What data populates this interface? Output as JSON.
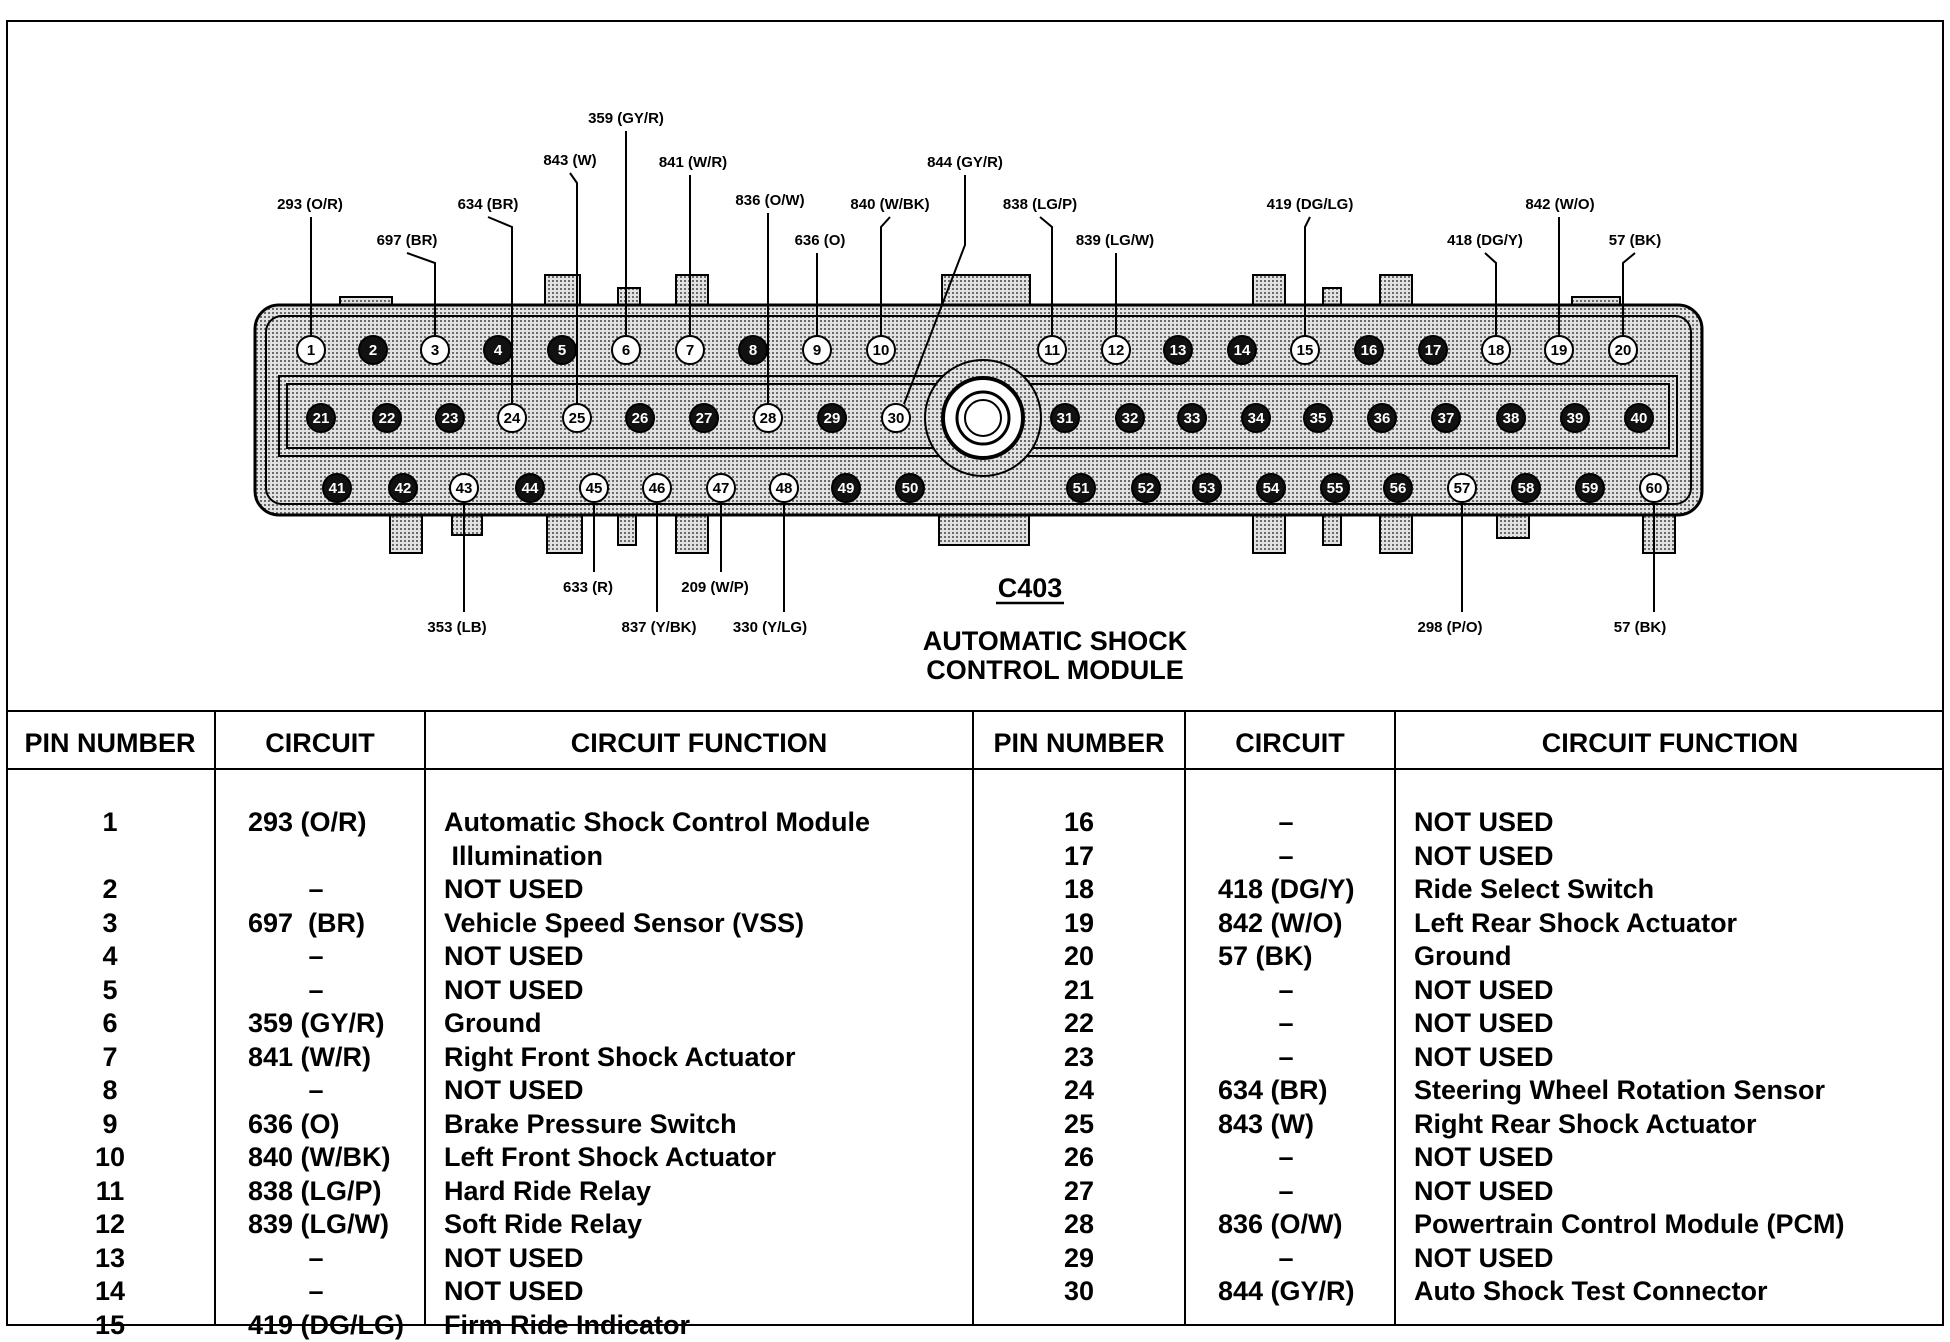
{
  "connector": {
    "id": "C403",
    "title_line1": "AUTOMATIC SHOCK",
    "title_line2": "CONTROL MODULE",
    "pins": [
      {
        "n": "1",
        "wired": true
      },
      {
        "n": "2",
        "wired": false
      },
      {
        "n": "3",
        "wired": true
      },
      {
        "n": "4",
        "wired": false
      },
      {
        "n": "5",
        "wired": false
      },
      {
        "n": "6",
        "wired": true
      },
      {
        "n": "7",
        "wired": true
      },
      {
        "n": "8",
        "wired": false
      },
      {
        "n": "9",
        "wired": true
      },
      {
        "n": "10",
        "wired": true
      },
      {
        "n": "11",
        "wired": true
      },
      {
        "n": "12",
        "wired": true
      },
      {
        "n": "13",
        "wired": false
      },
      {
        "n": "14",
        "wired": false
      },
      {
        "n": "15",
        "wired": true
      },
      {
        "n": "16",
        "wired": false
      },
      {
        "n": "17",
        "wired": false
      },
      {
        "n": "18",
        "wired": true
      },
      {
        "n": "19",
        "wired": true
      },
      {
        "n": "20",
        "wired": true
      },
      {
        "n": "21",
        "wired": false
      },
      {
        "n": "22",
        "wired": false
      },
      {
        "n": "23",
        "wired": false
      },
      {
        "n": "24",
        "wired": true
      },
      {
        "n": "25",
        "wired": true
      },
      {
        "n": "26",
        "wired": false
      },
      {
        "n": "27",
        "wired": false
      },
      {
        "n": "28",
        "wired": true
      },
      {
        "n": "29",
        "wired": false
      },
      {
        "n": "30",
        "wired": true
      },
      {
        "n": "31",
        "wired": false
      },
      {
        "n": "32",
        "wired": false
      },
      {
        "n": "33",
        "wired": false
      },
      {
        "n": "34",
        "wired": false
      },
      {
        "n": "35",
        "wired": false
      },
      {
        "n": "36",
        "wired": false
      },
      {
        "n": "37",
        "wired": false
      },
      {
        "n": "38",
        "wired": false
      },
      {
        "n": "39",
        "wired": false
      },
      {
        "n": "40",
        "wired": false
      },
      {
        "n": "41",
        "wired": false
      },
      {
        "n": "42",
        "wired": false
      },
      {
        "n": "43",
        "wired": true
      },
      {
        "n": "44",
        "wired": false
      },
      {
        "n": "45",
        "wired": true
      },
      {
        "n": "46",
        "wired": true
      },
      {
        "n": "47",
        "wired": true
      },
      {
        "n": "48",
        "wired": true
      },
      {
        "n": "49",
        "wired": false
      },
      {
        "n": "50",
        "wired": false
      },
      {
        "n": "51",
        "wired": false
      },
      {
        "n": "52",
        "wired": false
      },
      {
        "n": "53",
        "wired": false
      },
      {
        "n": "54",
        "wired": false
      },
      {
        "n": "55",
        "wired": false
      },
      {
        "n": "56",
        "wired": false
      },
      {
        "n": "57",
        "wired": true
      },
      {
        "n": "58",
        "wired": false
      },
      {
        "n": "59",
        "wired": false
      },
      {
        "n": "60",
        "wired": true
      }
    ],
    "wire_labels": [
      {
        "pin": "1",
        "text": "293 (O/R)"
      },
      {
        "pin": "3",
        "text": "697 (BR)"
      },
      {
        "pin": "24",
        "text": "634 (BR)"
      },
      {
        "pin": "25",
        "text": "843 (W)"
      },
      {
        "pin": "6",
        "text": "359 (GY/R)"
      },
      {
        "pin": "7",
        "text": "841 (W/R)"
      },
      {
        "pin": "28",
        "text": "836 (O/W)"
      },
      {
        "pin": "9",
        "text": "636 (O)"
      },
      {
        "pin": "10",
        "text": "840 (W/BK)"
      },
      {
        "pin": "30",
        "text": "844 (GY/R)"
      },
      {
        "pin": "11",
        "text": "838 (LG/P)"
      },
      {
        "pin": "12",
        "text": "839 (LG/W)"
      },
      {
        "pin": "15",
        "text": "419 (DG/LG)"
      },
      {
        "pin": "18",
        "text": "418 (DG/Y)"
      },
      {
        "pin": "19",
        "text": "842 (W/O)"
      },
      {
        "pin": "20",
        "text": "57 (BK)"
      },
      {
        "pin": "43",
        "text": "353 (LB)"
      },
      {
        "pin": "45",
        "text": "633 (R)"
      },
      {
        "pin": "46",
        "text": "837 (Y/BK)"
      },
      {
        "pin": "47",
        "text": "209 (W/P)"
      },
      {
        "pin": "48",
        "text": "330 (Y/LG)"
      },
      {
        "pin": "57",
        "text": "298 (P/O)"
      },
      {
        "pin": "60",
        "text": "57 (BK)"
      }
    ]
  },
  "table": {
    "headers": {
      "pin_number": "PIN NUMBER",
      "circuit": "CIRCUIT",
      "circuit_function": "CIRCUIT FUNCTION"
    },
    "left_rows": [
      {
        "pin": "1",
        "circuit": "293 (O/R)",
        "function": "Automatic Shock Control Module",
        "function2": " Illumination"
      },
      {
        "pin": "2",
        "circuit": "–",
        "function": "NOT USED"
      },
      {
        "pin": "3",
        "circuit": "697  (BR)",
        "function": "Vehicle Speed Sensor (VSS)"
      },
      {
        "pin": "4",
        "circuit": "–",
        "function": "NOT USED"
      },
      {
        "pin": "5",
        "circuit": "–",
        "function": "NOT USED"
      },
      {
        "pin": "6",
        "circuit": "359 (GY/R)",
        "function": "Ground"
      },
      {
        "pin": "7",
        "circuit": "841 (W/R)",
        "function": "Right Front Shock Actuator"
      },
      {
        "pin": "8",
        "circuit": "–",
        "function": "NOT USED"
      },
      {
        "pin": "9",
        "circuit": "636 (O)",
        "function": "Brake Pressure Switch"
      },
      {
        "pin": "10",
        "circuit": "840 (W/BK)",
        "function": "Left Front Shock Actuator"
      },
      {
        "pin": "11",
        "circuit": "838 (LG/P)",
        "function": "Hard Ride Relay"
      },
      {
        "pin": "12",
        "circuit": "839 (LG/W)",
        "function": "Soft Ride Relay"
      },
      {
        "pin": "13",
        "circuit": "–",
        "function": "NOT USED"
      },
      {
        "pin": "14",
        "circuit": "–",
        "function": "NOT USED"
      },
      {
        "pin": "15",
        "circuit": "419 (DG/LG)",
        "function": "Firm Ride Indicator"
      }
    ],
    "right_rows": [
      {
        "pin": "16",
        "circuit": "–",
        "function": "NOT USED"
      },
      {
        "pin": "17",
        "circuit": "–",
        "function": "NOT USED"
      },
      {
        "pin": "18",
        "circuit": "418 (DG/Y)",
        "function": "Ride Select Switch"
      },
      {
        "pin": "19",
        "circuit": "842 (W/O)",
        "function": "Left Rear Shock Actuator"
      },
      {
        "pin": "20",
        "circuit": "57 (BK)",
        "function": "Ground"
      },
      {
        "pin": "21",
        "circuit": "–",
        "function": "NOT USED"
      },
      {
        "pin": "22",
        "circuit": "–",
        "function": "NOT USED"
      },
      {
        "pin": "23",
        "circuit": "–",
        "function": "NOT USED"
      },
      {
        "pin": "24",
        "circuit": "634 (BR)",
        "function": "Steering Wheel Rotation Sensor"
      },
      {
        "pin": "25",
        "circuit": "843 (W)",
        "function": "Right Rear Shock Actuator"
      },
      {
        "pin": "26",
        "circuit": "–",
        "function": "NOT USED"
      },
      {
        "pin": "27",
        "circuit": "–",
        "function": "NOT USED"
      },
      {
        "pin": "28",
        "circuit": "836 (O/W)",
        "function": "Powertrain Control Module (PCM)"
      },
      {
        "pin": "29",
        "circuit": "–",
        "function": "NOT USED"
      },
      {
        "pin": "30",
        "circuit": "844 (GY/R)",
        "function": "Auto Shock Test Connector"
      }
    ]
  },
  "colors": {
    "pin_dark": "#111111",
    "pin_light": "#ffffff",
    "shell_fill": "#c8c8c8",
    "line": "#000000"
  }
}
